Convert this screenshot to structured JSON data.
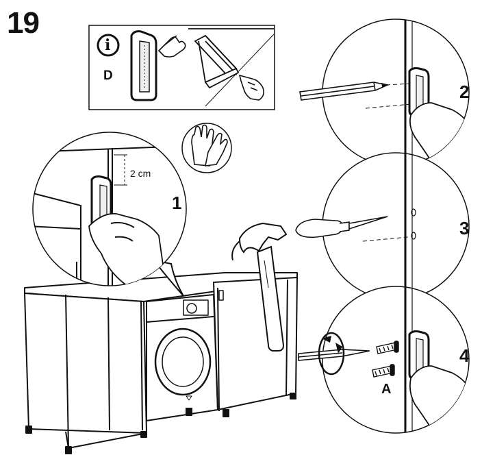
{
  "step_number": "19",
  "info_box": {
    "info_symbol": "i",
    "part_label": "D"
  },
  "detail_1": {
    "number": "1",
    "dimension": "2 cm"
  },
  "detail_2": {
    "number": "2"
  },
  "detail_3": {
    "number": "3"
  },
  "detail_4": {
    "number": "4",
    "screw_label": "A"
  },
  "icons": [
    "info-icon",
    "gloves-icon",
    "hammer-icon",
    "pencil-icon",
    "awl-icon",
    "screwdriver-icon",
    "screw-icon",
    "rotation-arrow-icon"
  ]
}
